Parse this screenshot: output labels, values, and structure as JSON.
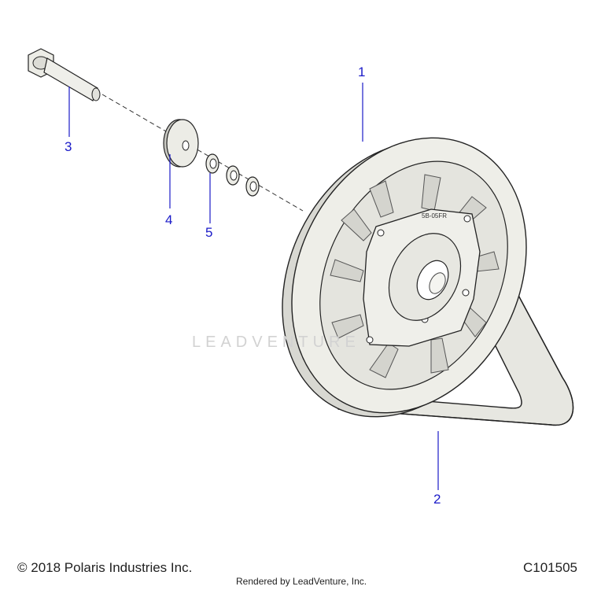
{
  "callouts": [
    {
      "number": "1"
    },
    {
      "number": "2"
    },
    {
      "number": "3"
    },
    {
      "number": "4"
    },
    {
      "number": "5"
    }
  ],
  "footer": {
    "copyright": "© 2018 Polaris Industries Inc.",
    "rendered_by": "Rendered by LeadVenture, Inc.",
    "diagram_code": "C101505"
  },
  "watermark": "LEADVENTURE",
  "embossed_text": {
    "hub_top": "5B-05FR"
  },
  "colors": {
    "callout": "#1a1ac8",
    "line": "#1a1a1a",
    "part_fill": "#e9e9e4",
    "part_shade": "#c8c8c2"
  }
}
